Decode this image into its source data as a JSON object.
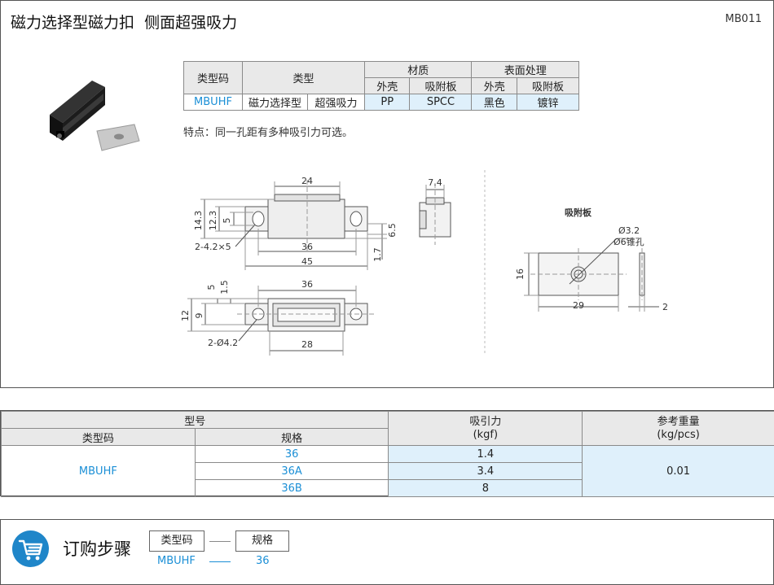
{
  "header": {
    "title": "磁力选择型磁力扣  侧面超强吸力",
    "code": "MB011"
  },
  "spec_table": {
    "h_code": "类型码",
    "h_type": "类型",
    "h_material": "材质",
    "h_surface": "表面处理",
    "sub": [
      "外壳",
      "吸附板",
      "外壳",
      "吸附板"
    ],
    "row": {
      "code": "MBUHF",
      "type1": "磁力选择型",
      "type2": "超强吸力",
      "mat_shell": "PP",
      "mat_plate": "SPCC",
      "surf_shell": "黑色",
      "surf_plate": "镀锌"
    }
  },
  "feature": "特点：同一孔距有多种吸引力可选。",
  "drawing": {
    "top_view": {
      "d24": "24",
      "d14_3": "14.3",
      "d12_3": "12.3",
      "d5": "5",
      "hole": "2-4.2×5",
      "d36": "36",
      "d45": "45",
      "d6_5": "6.5",
      "d1_7": "1.7"
    },
    "side_view": {
      "d7_4": "7.4"
    },
    "bottom_view": {
      "d5": "5",
      "d1_5": "1.5",
      "d36": "36",
      "d12": "12",
      "d9": "9",
      "hole": "2-Ø4.2",
      "d28": "28"
    },
    "plate": {
      "title": "吸附板",
      "d3_2": "Ø3.2",
      "d6": "Ø6锥孔",
      "d16": "16",
      "d29": "29",
      "d2": "2"
    }
  },
  "selection": {
    "h_model": "型号",
    "h_force": "吸引力",
    "h_force_unit": "(kgf)",
    "h_weight": "参考重量",
    "h_weight_unit": "(kg/pcs)",
    "h_code": "类型码",
    "h_spec": "规格",
    "code": "MBUHF",
    "rows": [
      {
        "spec": "36",
        "force": "1.4"
      },
      {
        "spec": "36A",
        "force": "3.4"
      },
      {
        "spec": "36B",
        "force": "8"
      }
    ],
    "weight": "0.01"
  },
  "order": {
    "title": "订购步骤",
    "steps": [
      "类型码",
      "规格"
    ],
    "example": [
      "MBUHF",
      "36"
    ]
  },
  "colors": {
    "accent": "#1b8fd6",
    "highlight": "#dff0fb",
    "header_bg": "#e9e9e9",
    "cart_bg": "#1f86c9"
  }
}
